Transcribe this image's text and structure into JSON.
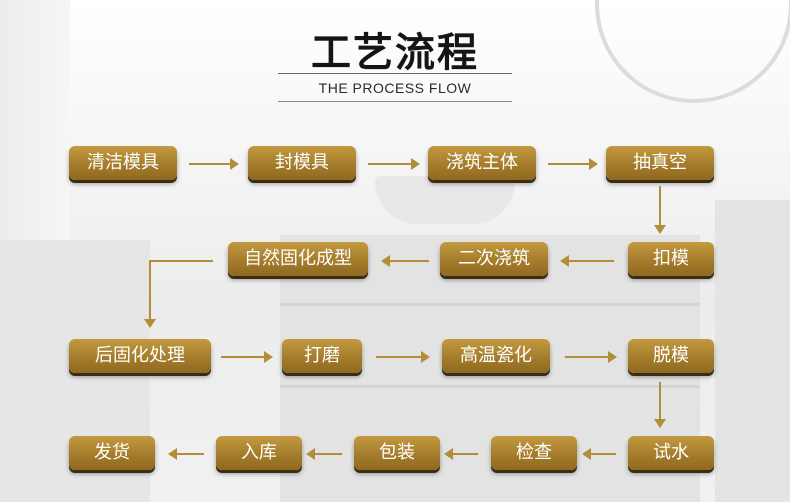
{
  "header": {
    "title": "工艺流程",
    "subtitle": "THE PROCESS FLOW"
  },
  "steps": [
    "清洁模具",
    "封模具",
    "浇筑主体",
    "抽真空",
    "扣模",
    "二次浇筑",
    "自然固化成型",
    "后固化处理",
    "打磨",
    "高温瓷化",
    "脱模",
    "试水",
    "检查",
    "包装",
    "入库",
    "发货"
  ],
  "colors": {
    "step_fill": "#a57c2b",
    "arrow": "#b28d3a",
    "title_text": "#151515"
  }
}
